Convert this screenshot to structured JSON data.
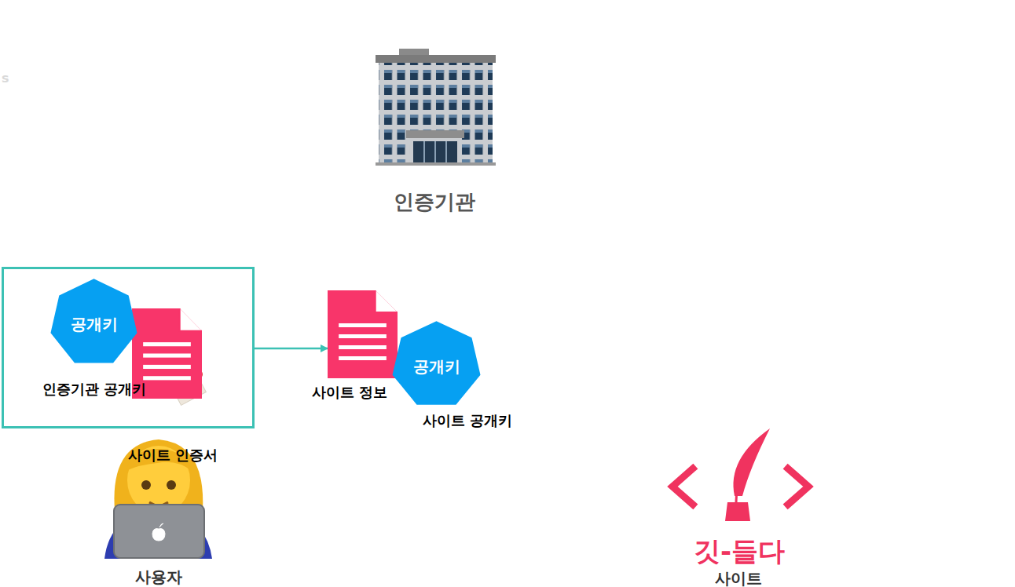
{
  "diagram": {
    "nodes": [
      {
        "text": []
      },
      {
        "text": [
          "공개키",
          "인증기관 공개키"
        ],
        "in": 0
      },
      {
        "text": [
          "사이트 인증서"
        ],
        "in": 0
      },
      {
        "text": [
          "사이트 정보"
        ]
      },
      {
        "text": [
          "공개키",
          "사이트 공개키"
        ]
      }
    ],
    "edges": [
      {
        "from": 0,
        "to": 3,
        "arrow": "to"
      }
    ],
    "labels": [
      "s",
      "인증기관",
      "사용자",
      "사이트",
      "깃-들다"
    ]
  }
}
